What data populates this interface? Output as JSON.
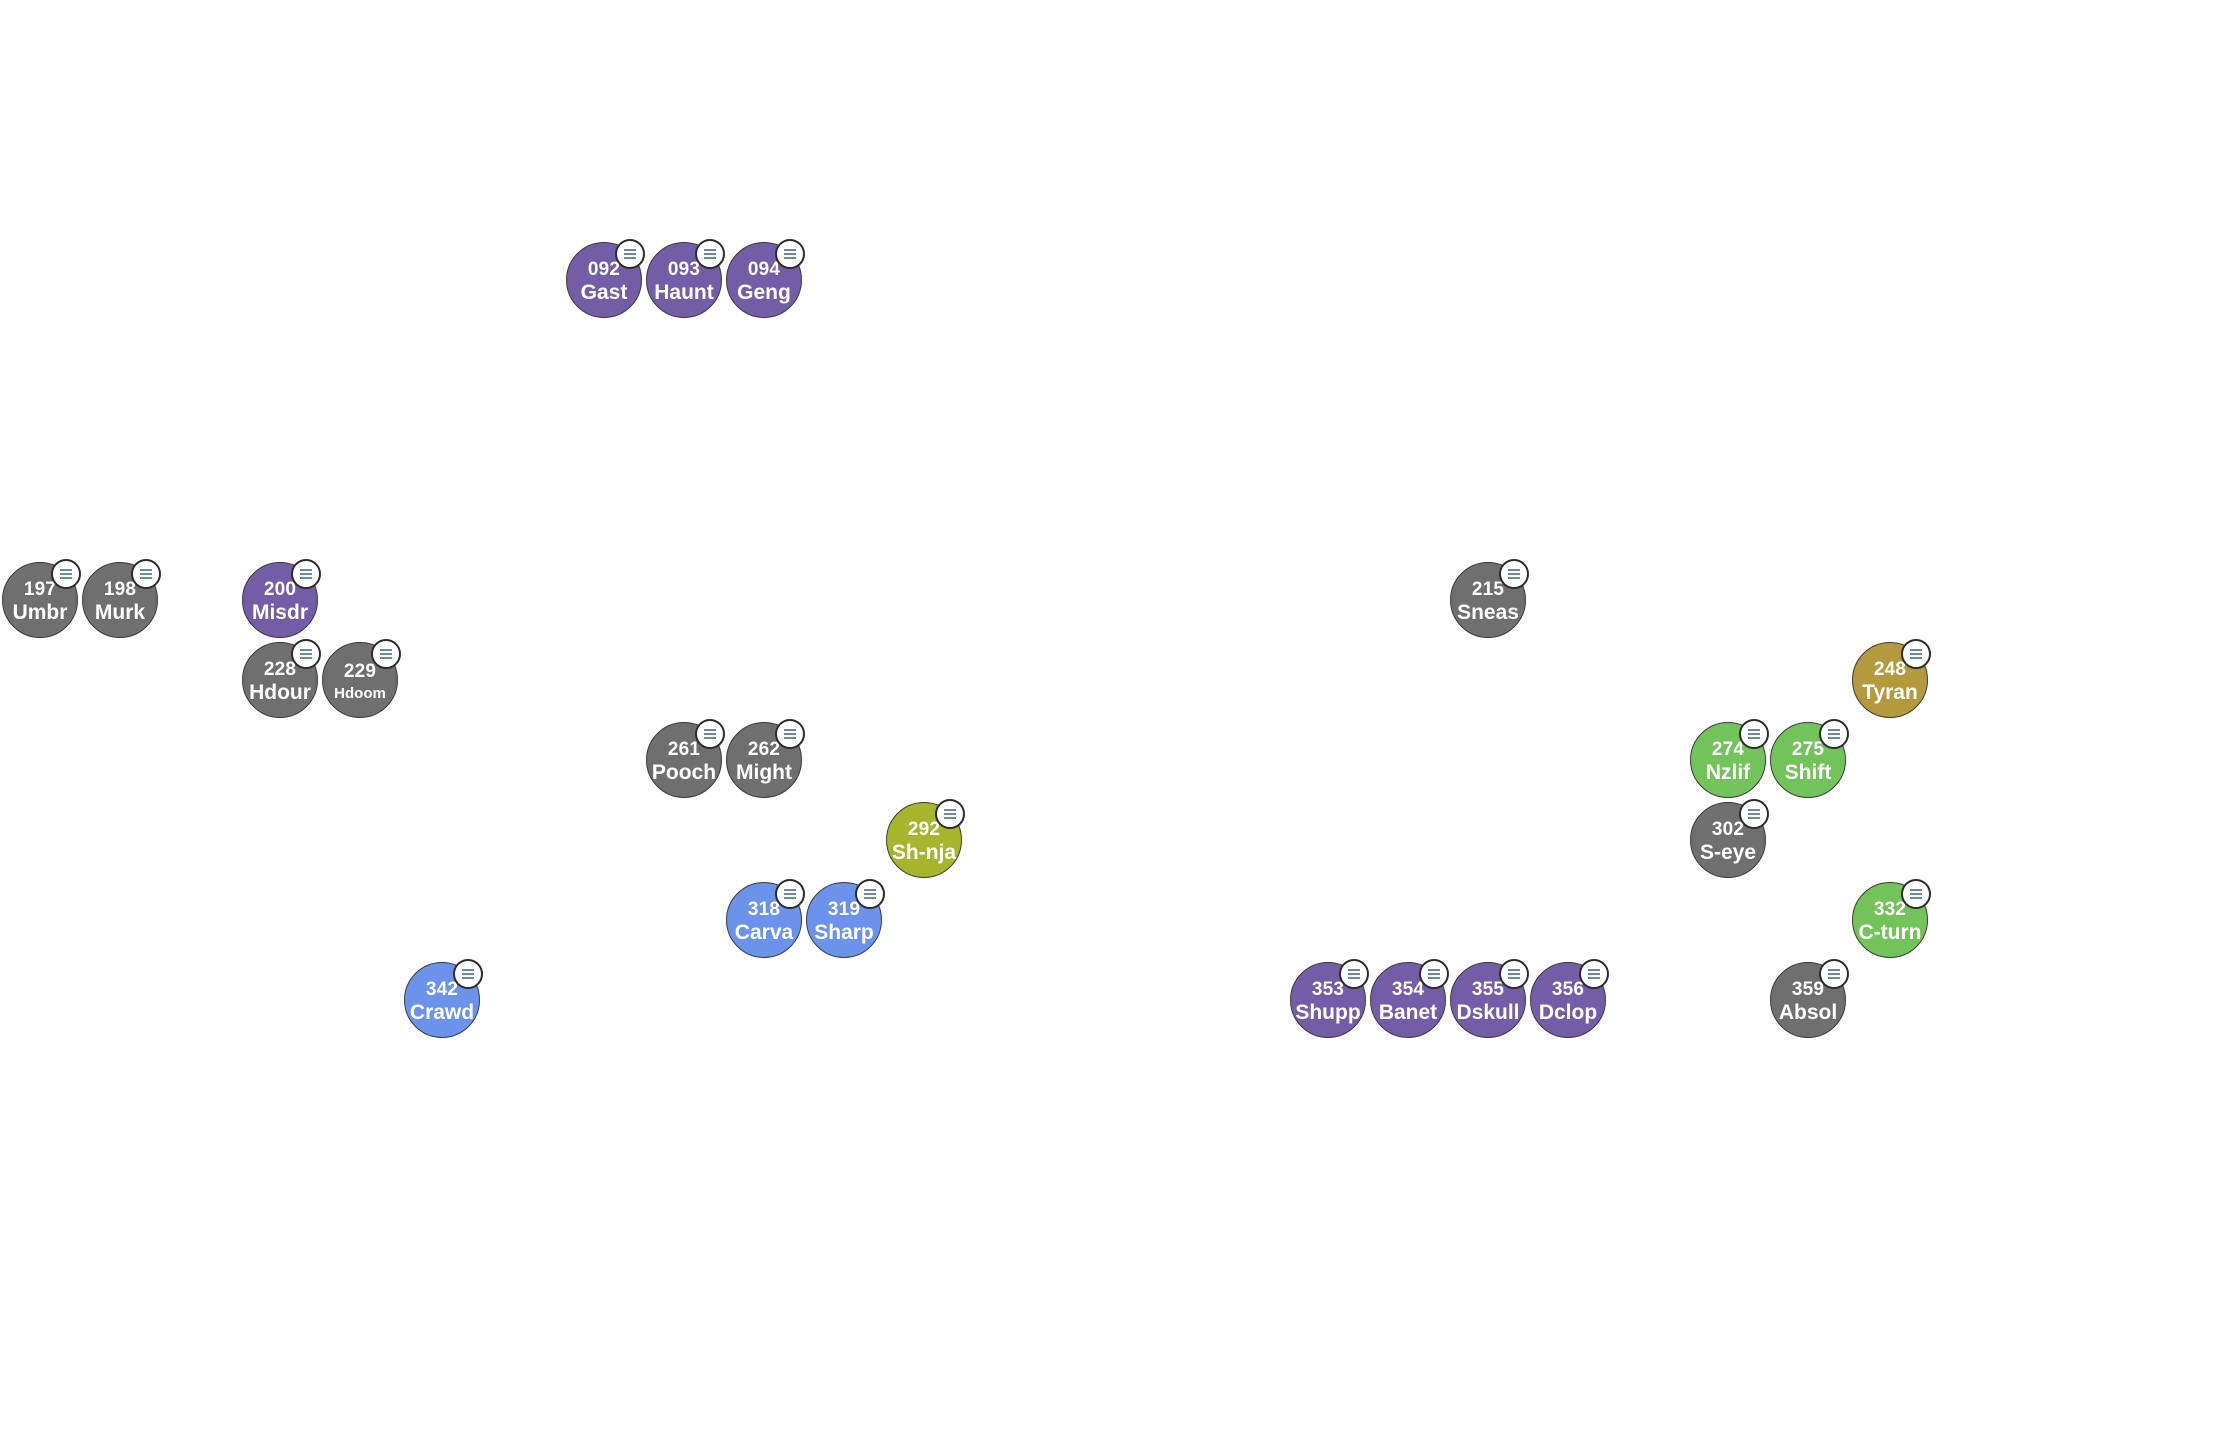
{
  "nodes": [
    {
      "num": "092",
      "name": "Gast",
      "color": "purple"
    },
    {
      "num": "093",
      "name": "Haunt",
      "color": "purple"
    },
    {
      "num": "094",
      "name": "Geng",
      "color": "purple"
    },
    {
      "num": "197",
      "name": "Umbr",
      "color": "gray"
    },
    {
      "num": "198",
      "name": "Murk",
      "color": "gray"
    },
    {
      "num": "200",
      "name": "Misdr",
      "color": "purple"
    },
    {
      "num": "215",
      "name": "Sneas",
      "color": "gray"
    },
    {
      "num": "228",
      "name": "Hdour",
      "color": "gray"
    },
    {
      "num": "229",
      "name": "Hdoom",
      "color": "gray",
      "small": true
    },
    {
      "num": "248",
      "name": "Tyran",
      "color": "gold"
    },
    {
      "num": "261",
      "name": "Pooch",
      "color": "gray"
    },
    {
      "num": "262",
      "name": "Might",
      "color": "gray"
    },
    {
      "num": "274",
      "name": "Nzlif",
      "color": "green"
    },
    {
      "num": "275",
      "name": "Shift",
      "color": "green"
    },
    {
      "num": "292",
      "name": "Sh-nja",
      "color": "olive"
    },
    {
      "num": "302",
      "name": "S-eye",
      "color": "gray"
    },
    {
      "num": "318",
      "name": "Carva",
      "color": "blue"
    },
    {
      "num": "319",
      "name": "Sharp",
      "color": "blue"
    },
    {
      "num": "332",
      "name": "C-turn",
      "color": "green"
    },
    {
      "num": "342",
      "name": "Crawd",
      "color": "blue"
    },
    {
      "num": "353",
      "name": "Shupp",
      "color": "purple"
    },
    {
      "num": "354",
      "name": "Banet",
      "color": "purple"
    },
    {
      "num": "355",
      "name": "Dskull",
      "color": "purple"
    },
    {
      "num": "356",
      "name": "Dclop",
      "color": "purple"
    },
    {
      "num": "359",
      "name": "Absol",
      "color": "gray"
    }
  ],
  "icons": {
    "menu": "menu-lines-icon"
  }
}
